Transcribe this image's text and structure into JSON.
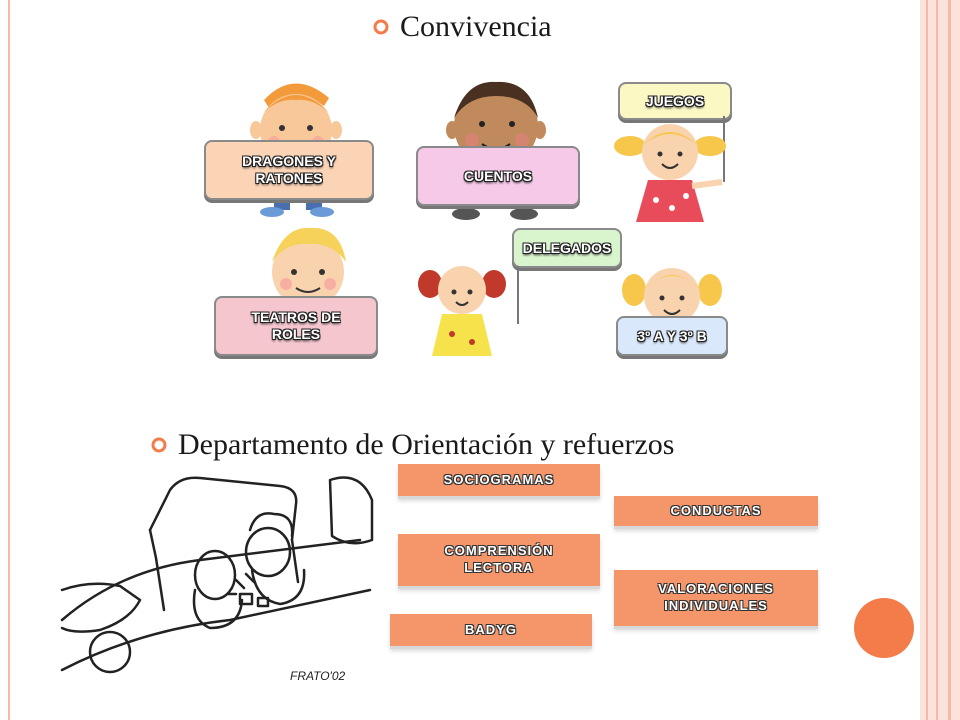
{
  "headings": {
    "convivencia": "Convivencia",
    "departamento": "Departamento de Orientación y refuerzos"
  },
  "signs": {
    "dragones": "DRAGONES Y RATONES",
    "cuentos": "CUENTOS",
    "juegos": "JUEGOS",
    "delegados": "DELEGADOS",
    "teatros": "TEATROS DE ROLES",
    "curso": "3º A Y 3º B"
  },
  "departamento_items": {
    "sociogramas": "SOCIOGRAMAS",
    "conductas": "CONDUCTAS",
    "comprension": "COMPRENSIÓN LECTORA",
    "valoraciones": "VALORACIONES INDIVIDUALES",
    "badyg": "BADYG"
  },
  "cartoon_signature": "FRATO'02",
  "colors": {
    "bullet": "#f47c4a",
    "accent_circle": "#f47c4a",
    "dept_box": "#f4956a",
    "sign_peach": "#fbd3b5",
    "sign_pink": "#f6c9e9",
    "sign_yellow": "#fcf8c4",
    "sign_green": "#d8f5cd",
    "sign_rose": "#f6c6cf",
    "sign_blue": "#d9e9fb"
  },
  "icons": {
    "bullet": "orange-ring-bullet-icon"
  }
}
